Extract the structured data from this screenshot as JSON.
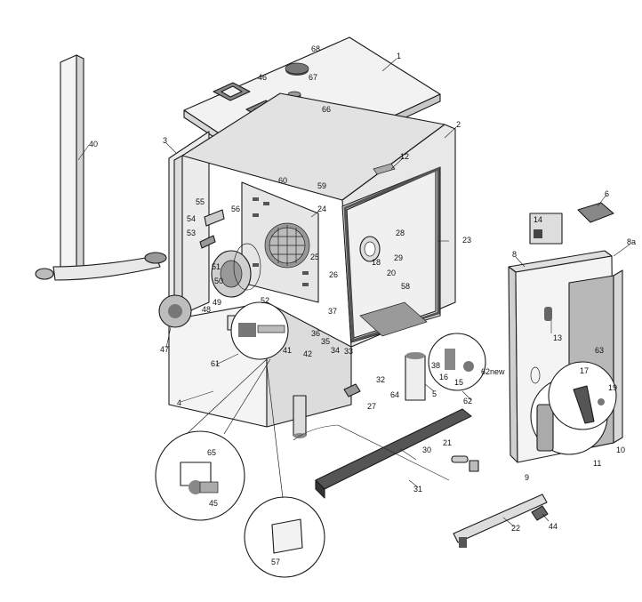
{
  "diagram": {
    "type": "exploded parts diagram",
    "parts": [
      {
        "label": "1"
      },
      {
        "label": "2"
      },
      {
        "label": "3"
      },
      {
        "label": "4"
      },
      {
        "label": "5"
      },
      {
        "label": "6"
      },
      {
        "label": "8"
      },
      {
        "label": "8a"
      },
      {
        "label": "9"
      },
      {
        "label": "10"
      },
      {
        "label": "11"
      },
      {
        "label": "12"
      },
      {
        "label": "13"
      },
      {
        "label": "14"
      },
      {
        "label": "15"
      },
      {
        "label": "16"
      },
      {
        "label": "17"
      },
      {
        "label": "18"
      },
      {
        "label": "19"
      },
      {
        "label": "20"
      },
      {
        "label": "21"
      },
      {
        "label": "22"
      },
      {
        "label": "23"
      },
      {
        "label": "24"
      },
      {
        "label": "25"
      },
      {
        "label": "26"
      },
      {
        "label": "27"
      },
      {
        "label": "28"
      },
      {
        "label": "29"
      },
      {
        "label": "30"
      },
      {
        "label": "31"
      },
      {
        "label": "32"
      },
      {
        "label": "33"
      },
      {
        "label": "34"
      },
      {
        "label": "35"
      },
      {
        "label": "36"
      },
      {
        "label": "37"
      },
      {
        "label": "38"
      },
      {
        "label": "40"
      },
      {
        "label": "41"
      },
      {
        "label": "42"
      },
      {
        "label": "44"
      },
      {
        "label": "45"
      },
      {
        "label": "46"
      },
      {
        "label": "47"
      },
      {
        "label": "48"
      },
      {
        "label": "49"
      },
      {
        "label": "50"
      },
      {
        "label": "51"
      },
      {
        "label": "52"
      },
      {
        "label": "53"
      },
      {
        "label": "54"
      },
      {
        "label": "55"
      },
      {
        "label": "56"
      },
      {
        "label": "57"
      },
      {
        "label": "58"
      },
      {
        "label": "59"
      },
      {
        "label": "60"
      },
      {
        "label": "61"
      },
      {
        "label": "62"
      },
      {
        "label": "62new"
      },
      {
        "label": "63"
      },
      {
        "label": "64"
      },
      {
        "label": "65"
      },
      {
        "label": "66"
      },
      {
        "label": "67"
      },
      {
        "label": "68"
      }
    ]
  }
}
